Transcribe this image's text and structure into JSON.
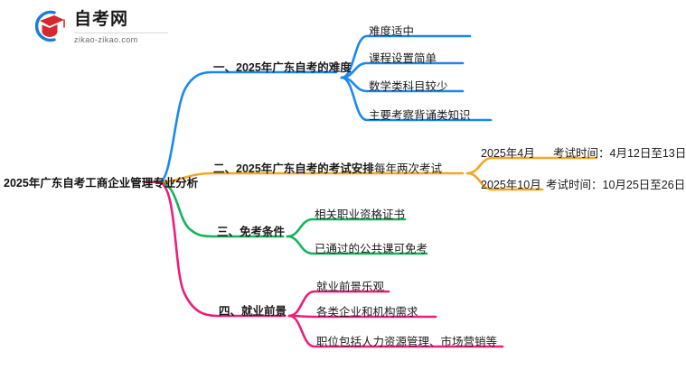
{
  "logo": {
    "name": "zikao-logo",
    "title": "自考网",
    "domain_text": "zikao-zikao.com",
    "colors": {
      "arc": "#1a7fd4",
      "cap": "#d7282f"
    }
  },
  "colors": {
    "branch_blue": "#1a88f0",
    "branch_orange": "#f5a623",
    "branch_green": "#13b45a",
    "branch_pink": "#ec1e79",
    "text": "#1b1b1b"
  },
  "mindmap": {
    "root": "2025年广东自考工商企业管理专业分析",
    "branches": [
      {
        "id": "difficulty",
        "label": "一、2025年广东自考的难度",
        "color": "#1a88f0",
        "children": [
          {
            "label": "难度适中"
          },
          {
            "label": "课程设置简单"
          },
          {
            "label": "数学类科目较少"
          },
          {
            "label": "主要考察背诵类知识"
          }
        ]
      },
      {
        "id": "exam-schedule",
        "label": "二、2025年广东自考的考试安排",
        "color": "#f5a623",
        "children": [
          {
            "label": "每年两次考试",
            "children": [
              {
                "label": "2025年4月",
                "detail": "考试时间：4月12日至13日"
              },
              {
                "label": "2025年10月",
                "detail": "考试时间：10月25日至26日"
              }
            ]
          }
        ]
      },
      {
        "id": "exemption",
        "label": "三、免考条件",
        "color": "#13b45a",
        "children": [
          {
            "label": "相关职业资格证书"
          },
          {
            "label": "已通过的公共课可免考"
          }
        ]
      },
      {
        "id": "employment",
        "label": "四、就业前景",
        "color": "#ec1e79",
        "children": [
          {
            "label": "就业前景乐观"
          },
          {
            "label": "各类企业和机构需求"
          },
          {
            "label": "职位包括人力资源管理、市场营销等"
          }
        ]
      }
    ]
  }
}
